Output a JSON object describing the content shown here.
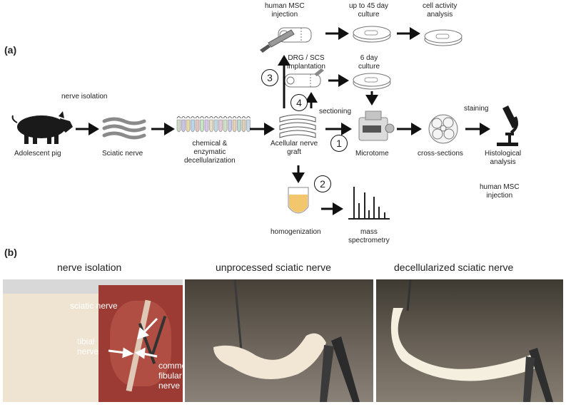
{
  "panels": {
    "a": "(a)",
    "b": "(b)"
  },
  "nodes": {
    "pig": "Adolescent pig",
    "sciatic": "Sciatic nerve",
    "decell_1": "chemical &",
    "decell_2": "enzymatic",
    "decell_3": "decellularization",
    "graft_1": "Acellular nerve",
    "graft_2": "graft",
    "microtome": "Microtome",
    "cross": "cross-sections",
    "histo_1": "Histological",
    "histo_2": "analysis",
    "homog": "homogenization",
    "mass_1": "mass",
    "mass_2": "spectrometry",
    "msc_inj_1": "human MSC",
    "msc_inj_2": "injection",
    "culture45_1": "up to 45 day",
    "culture45_2": "culture",
    "cellact_1": "cell activity",
    "cellact_2": "analysis",
    "drg_1": "DRG / SCS",
    "drg_2": "implantation",
    "culture6_1": "6 day",
    "culture6_2": "culture"
  },
  "edge_labels": {
    "nerve_isolation": "nerve isolation",
    "sectioning": "sectioning",
    "staining": "staining",
    "msc_injection_1": "human MSC",
    "msc_injection_2": "injection"
  },
  "steps": [
    "1",
    "2",
    "3",
    "4"
  ],
  "photos": {
    "title_1": "nerve isolation",
    "title_2": "unprocessed sciatic nerve",
    "title_3": "decellularized sciatic nerve",
    "ann_sciatic": "sciatic nerve",
    "ann_tibial_1": "tibial",
    "ann_tibial_2": "nerve",
    "ann_common_1": "common",
    "ann_common_2": "fibular",
    "ann_common_3": "nerve"
  },
  "colors": {
    "arrow": "#111111",
    "nerve_gray": "#8a8a8a",
    "tube_liquid": "#f2c66d"
  }
}
